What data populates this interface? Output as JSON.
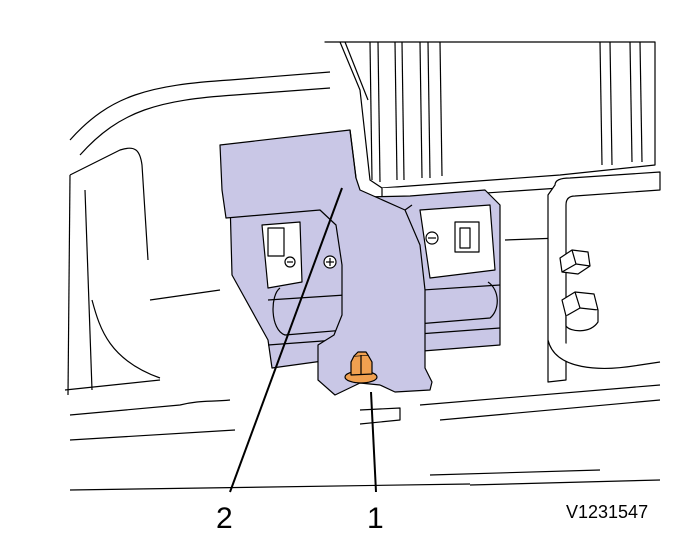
{
  "callouts": [
    {
      "number": "2",
      "part": "bracket"
    },
    {
      "number": "1",
      "part": "flange-bolt"
    }
  ],
  "figure_id": "V1231547",
  "colors": {
    "bracket_fill": "#c9c7e6",
    "bolt_fill": "#f0a050",
    "line": "#000000",
    "background": "#ffffff"
  }
}
